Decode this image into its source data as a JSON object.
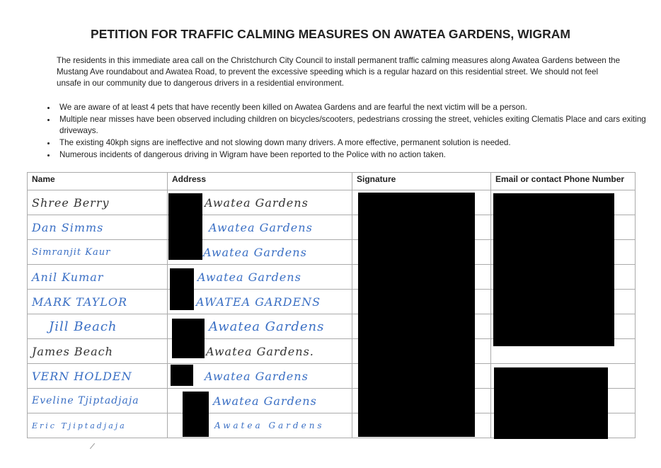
{
  "title": "PETITION FOR TRAFFIC CALMING MEASURES ON AWATEA GARDENS, WIGRAM",
  "intro": "The residents in this immediate area call on the Christchurch City Council to install permanent traffic calming measures along Awatea Gardens between the Mustang Ave roundabout and Awatea Road, to prevent the excessive speeding which is a regular hazard on this residential street. We should not feel unsafe in our community due to dangerous drivers in a residential environment.",
  "bullets": [
    "We are aware of at least 4 pets that have recently been killed on Awatea Gardens and are fearful the next victim will be a person.",
    "Multiple near misses have been observed including children on bicycles/scooters, pedestrians crossing the street, vehicles exiting Clematis Place and cars exiting driveways.",
    "The existing 40kph signs are ineffective and not slowing down many drivers. A more effective, permanent solution is needed.",
    "Numerous incidents of dangerous driving in Wigram have been reported to the Police with no action taken."
  ],
  "table": {
    "headers": [
      "Name",
      "Address",
      "Signature",
      "Email or contact Phone Number"
    ],
    "rows": [
      {
        "name": "Shree Berry",
        "address": "Awatea Gardens"
      },
      {
        "name": "Dan Simms",
        "address": "Awatea Gardens"
      },
      {
        "name": "Simranjit Kaur",
        "address": "Awatea Gardens"
      },
      {
        "name": "Anil Kumar",
        "address": "Awatea Gardens"
      },
      {
        "name": "MARK TAYLOR",
        "address": "AWATEA GARDENS"
      },
      {
        "name": "Jill Beach",
        "address": "Awatea Gardens"
      },
      {
        "name": "James Beach",
        "address": "Awatea Gardens."
      },
      {
        "name": "VERN HOLDEN",
        "address": "Awatea Gardens"
      },
      {
        "name": "Eveline Tjiptadjaja",
        "address": "Awatea Gardens"
      },
      {
        "name": "Eric Tjiptadjaja",
        "address": "Awatea Gardens"
      }
    ]
  }
}
